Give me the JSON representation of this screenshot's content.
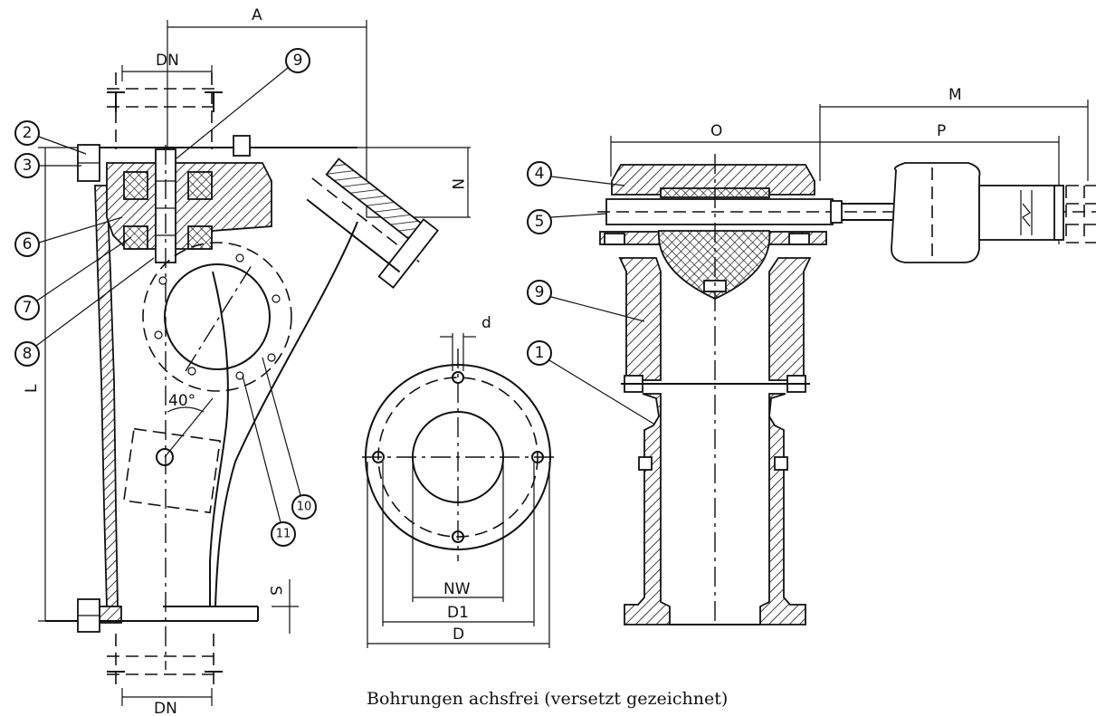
{
  "dimensions": {
    "a": "A",
    "dn_top": "DN",
    "dn_bottom": "DN",
    "n": "N",
    "l": "L",
    "s": "S",
    "angle": "40°",
    "m": "M",
    "o": "O",
    "p": "P",
    "d_small": "d",
    "nw": "NW",
    "d1": "D1",
    "d_big": "D"
  },
  "callouts": {
    "c1": "1",
    "c2": "2",
    "c3": "3",
    "c4": "4",
    "c5": "5",
    "c6": "6",
    "c7": "7",
    "c8": "8",
    "c9a": "9",
    "c9b": "9",
    "c10": "10",
    "c11": "11"
  },
  "caption": "Bohrungen achsfrei (versetzt gezeichnet)"
}
